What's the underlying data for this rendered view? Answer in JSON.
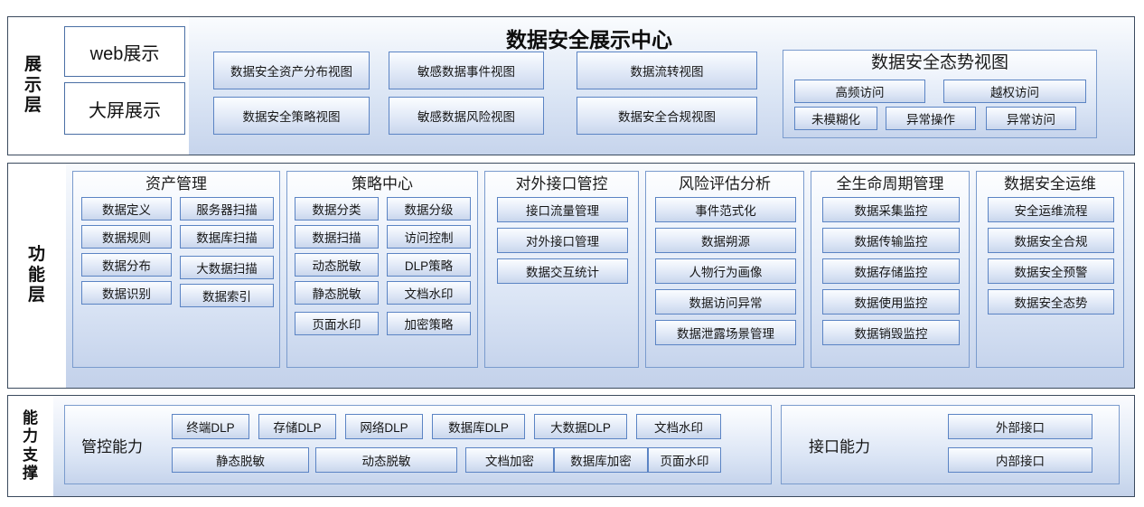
{
  "diagram": {
    "title": "数据安全展示中心"
  },
  "layers": {
    "display": {
      "label": [
        "展",
        "示",
        "层"
      ],
      "center_title": "数据安全展示中心",
      "white_boxes": [
        "web展示",
        "大屏展示"
      ],
      "views_col1": [
        "数据安全资产分布视图",
        "数据安全策略视图"
      ],
      "views_col2": [
        "敏感数据事件视图",
        "敏感数据风险视图"
      ],
      "views_col3": [
        "数据流转视图",
        "数据安全合规视图"
      ],
      "situation": {
        "title": "数据安全态势视图",
        "row1": [
          "高频访问",
          "越权访问"
        ],
        "row2": [
          "未模糊化",
          "异常操作",
          "异常访问"
        ]
      }
    },
    "function": {
      "label": [
        "功",
        "能",
        "层"
      ],
      "groups": [
        {
          "title": "资产管理",
          "col_left": [
            "数据定义",
            "数据规则",
            "数据分布",
            "数据识别"
          ],
          "col_right": [
            "服务器扫描",
            "数据库扫描",
            "大数据扫描",
            "数据索引"
          ]
        },
        {
          "title": "策略中心",
          "col_left": [
            "数据分类",
            "数据扫描",
            "动态脱敏",
            "静态脱敏",
            "页面水印"
          ],
          "col_right": [
            "数据分级",
            "访问控制",
            "DLP策略",
            "文档水印",
            "加密策略"
          ]
        },
        {
          "title": "对外接口管控",
          "items": [
            "接口流量管理",
            "对外接口管理",
            "数据交互统计"
          ]
        },
        {
          "title": "风险评估分析",
          "items": [
            "事件范式化",
            "数据朔源",
            "人物行为画像",
            "数据访问异常",
            "数据泄露场景管理"
          ]
        },
        {
          "title": "全生命周期管理",
          "items": [
            "数据采集监控",
            "数据传输监控",
            "数据存储监控",
            "数据使用监控",
            "数据销毁监控"
          ]
        },
        {
          "title": "数据安全运维",
          "items": [
            "安全运维流程",
            "数据安全合规",
            "数据安全预警",
            "数据安全态势"
          ]
        }
      ]
    },
    "support": {
      "label": [
        "能",
        "力",
        "支",
        "撑"
      ],
      "control": {
        "name": "管控能力",
        "row1": [
          "终端DLP",
          "存储DLP",
          "网络DLP",
          "数据库DLP",
          "大数据DLP",
          "文档水印"
        ],
        "row2": [
          "静态脱敏",
          "动态脱敏",
          "文档加密",
          "数据库加密",
          "页面水印"
        ]
      },
      "interface": {
        "name": "接口能力",
        "items": [
          "外部接口",
          "内部接口"
        ]
      }
    }
  },
  "colors": {
    "frame_border": "#3b4a5e",
    "group_border": "#7a9bcd",
    "box_border": "#5b84c4",
    "panel_top": "#fafcfe",
    "panel_bottom": "#c3d1ea"
  }
}
